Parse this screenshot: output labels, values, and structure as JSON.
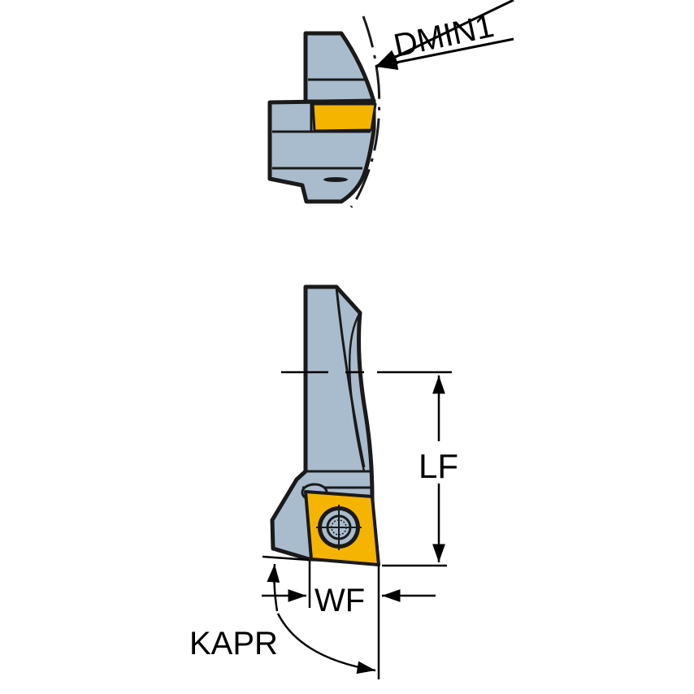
{
  "diagram": {
    "type": "cutting-tool-cartridge-drawing",
    "colors": {
      "body": "#a9bccd",
      "insert": "#f5b400",
      "outline": "#1a1a1a",
      "background": "#ffffff",
      "screw": "#a9bccd"
    },
    "views": [
      {
        "name": "top-view",
        "description": "end view of cartridge with insert"
      },
      {
        "name": "side-view",
        "description": "side view of cartridge with square insert and clamp screw"
      }
    ],
    "labels": {
      "dmin": "DMIN1",
      "lf": "LF",
      "wf": "WF",
      "kapr": "KAPR"
    }
  }
}
